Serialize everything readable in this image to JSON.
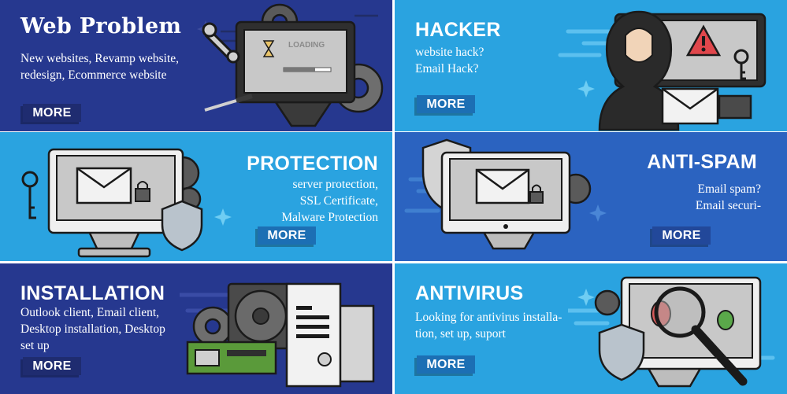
{
  "colors": {
    "panel_dark": "#26388f",
    "panel_light": "#2aa3e0",
    "panel_mid": "#2b63c0",
    "outline": "#1a1a1a",
    "screen": "#c8c8c8",
    "alert_red": "#e0474c"
  },
  "panels": [
    {
      "id": "web-problem",
      "title": "Web Problem",
      "lines": [
        "New websites,  Revamp website,",
        "redesign, Ecommerce website"
      ],
      "button": "MORE",
      "illustration": "monitor-loading-icon",
      "screen_text": "LOADING"
    },
    {
      "id": "hacker",
      "title": "HACKER",
      "lines": [
        "website hack?",
        "Email Hack?"
      ],
      "button": "MORE",
      "illustration": "hacker-icon"
    },
    {
      "id": "protection",
      "title": "PROTECTION",
      "lines": [
        "server protection,",
        "SSL Certificate,",
        "Malware Protection"
      ],
      "button": "MORE",
      "illustration": "monitor-envelope-lock-icon"
    },
    {
      "id": "anti-spam",
      "title": "ANTI-SPAM",
      "lines": [
        "Email spam?",
        "Email securi-"
      ],
      "button": "MORE",
      "illustration": "monitor-shield-envelope-icon"
    },
    {
      "id": "installation",
      "title": "INSTALLATION",
      "lines": [
        "Outlook client, Email client,",
        "Desktop installation, Desktop",
        "set up"
      ],
      "button": "MORE",
      "illustration": "hardware-documents-icon"
    },
    {
      "id": "antivirus",
      "title": "ANTIVIRUS",
      "lines": [
        "Looking for antivirus installa-",
        "tion, set up, suport"
      ],
      "button": "MORE",
      "illustration": "monitor-magnifier-bugs-icon"
    }
  ]
}
